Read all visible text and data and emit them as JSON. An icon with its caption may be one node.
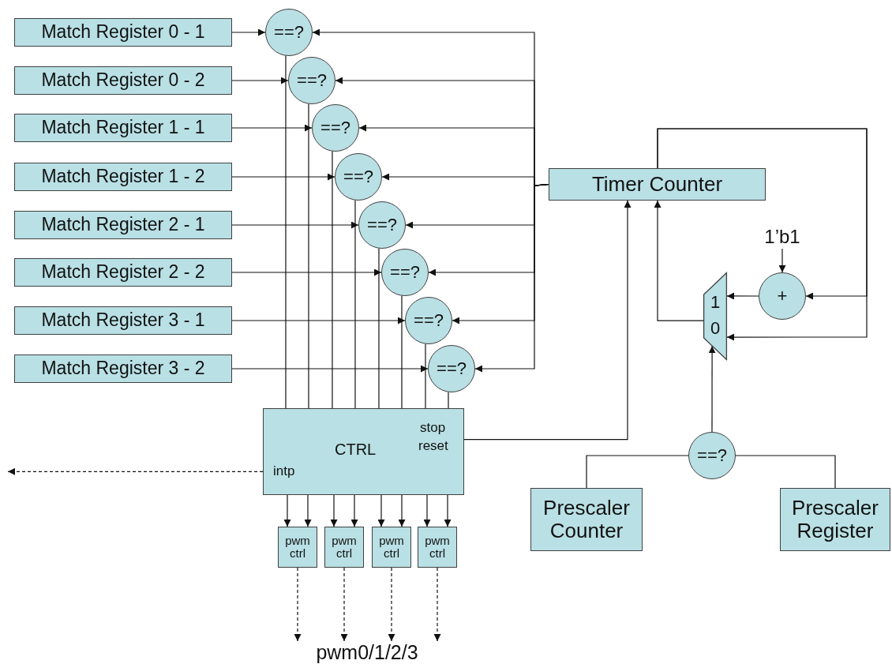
{
  "diagram": {
    "nodes": [
      {
        "text": [
          "Match Register 0 - 1"
        ]
      },
      {
        "text": [
          "Match Register 0 - 2"
        ]
      },
      {
        "text": [
          "Match Register 1 - 1"
        ]
      },
      {
        "text": [
          "Match Register 1 - 2"
        ]
      },
      {
        "text": [
          "Match Register 2 - 1"
        ]
      },
      {
        "text": [
          "Match Register 2 - 2"
        ]
      },
      {
        "text": [
          "Match Register 3 - 1"
        ]
      },
      {
        "text": [
          "Match Register 3 - 2"
        ]
      },
      {
        "text": [
          "==?"
        ]
      },
      {
        "text": [
          "==?"
        ]
      },
      {
        "text": [
          "==?"
        ]
      },
      {
        "text": [
          "==?"
        ]
      },
      {
        "text": [
          "==?"
        ]
      },
      {
        "text": [
          "==?"
        ]
      },
      {
        "text": [
          "==?"
        ]
      },
      {
        "text": [
          "==?"
        ]
      },
      {
        "text": [
          "CTRL",
          "stop",
          "reset",
          "intp"
        ]
      },
      {
        "text": [
          "pwm ctrl"
        ]
      },
      {
        "text": [
          "pwm ctrl"
        ]
      },
      {
        "text": [
          "pwm ctrl"
        ]
      },
      {
        "text": [
          "pwm ctrl"
        ]
      },
      {
        "text": [
          "Timer Counter"
        ]
      },
      {
        "text": [
          "1",
          "0"
        ]
      },
      {
        "text": [
          "+"
        ]
      },
      {
        "text": [
          "1’b1"
        ]
      },
      {
        "text": [
          "==?"
        ]
      },
      {
        "text": [
          "Prescaler Counter"
        ]
      },
      {
        "text": [
          "Prescaler Register"
        ]
      },
      {
        "text": [
          "pwm0/1/2/3"
        ]
      }
    ],
    "edges": [
      {
        "from": 0,
        "to": 8,
        "arrow": "to"
      },
      {
        "from": 1,
        "to": 9,
        "arrow": "to"
      },
      {
        "from": 2,
        "to": 10,
        "arrow": "to"
      },
      {
        "from": 3,
        "to": 11,
        "arrow": "to"
      },
      {
        "from": 4,
        "to": 12,
        "arrow": "to"
      },
      {
        "from": 5,
        "to": 13,
        "arrow": "to"
      },
      {
        "from": 6,
        "to": 14,
        "arrow": "to"
      },
      {
        "from": 7,
        "to": 15,
        "arrow": "to"
      },
      {
        "from": 21,
        "to": 8,
        "arrow": "to"
      },
      {
        "from": 21,
        "to": 9,
        "arrow": "to"
      },
      {
        "from": 21,
        "to": 10,
        "arrow": "to"
      },
      {
        "from": 21,
        "to": 11,
        "arrow": "to"
      },
      {
        "from": 21,
        "to": 12,
        "arrow": "to"
      },
      {
        "from": 21,
        "to": 13,
        "arrow": "to"
      },
      {
        "from": 21,
        "to": 14,
        "arrow": "to"
      },
      {
        "from": 21,
        "to": 15,
        "arrow": "to"
      },
      {
        "from": 8,
        "to": 16,
        "arrow": "none"
      },
      {
        "from": 9,
        "to": 16,
        "arrow": "none"
      },
      {
        "from": 10,
        "to": 16,
        "arrow": "none"
      },
      {
        "from": 11,
        "to": 16,
        "arrow": "none"
      },
      {
        "from": 12,
        "to": 16,
        "arrow": "none"
      },
      {
        "from": 13,
        "to": 16,
        "arrow": "none"
      },
      {
        "from": 14,
        "to": 16,
        "arrow": "none"
      },
      {
        "from": 15,
        "to": 16,
        "arrow": "none"
      },
      {
        "from": 16,
        "to": 17,
        "arrow": "to"
      },
      {
        "from": 16,
        "to": 17,
        "arrow": "to"
      },
      {
        "from": 16,
        "to": 18,
        "arrow": "to"
      },
      {
        "from": 16,
        "to": 18,
        "arrow": "to"
      },
      {
        "from": 16,
        "to": 19,
        "arrow": "to"
      },
      {
        "from": 16,
        "to": 19,
        "arrow": "to"
      },
      {
        "from": 16,
        "to": 20,
        "arrow": "to"
      },
      {
        "from": 16,
        "to": 20,
        "arrow": "to"
      },
      {
        "from": 16,
        "to": null,
        "arrow": "to",
        "style": "dashed"
      },
      {
        "from": 17,
        "to": 28,
        "arrow": "to",
        "style": "dashed"
      },
      {
        "from": 18,
        "to": 28,
        "arrow": "to",
        "style": "dashed"
      },
      {
        "from": 19,
        "to": 28,
        "arrow": "to",
        "style": "dashed"
      },
      {
        "from": 20,
        "to": 28,
        "arrow": "to",
        "style": "dashed"
      },
      {
        "from": 16,
        "to": 21,
        "arrow": "to"
      },
      {
        "from": 22,
        "to": 21,
        "arrow": "to"
      },
      {
        "from": 21,
        "to": 23,
        "arrow": "to"
      },
      {
        "from": 21,
        "to": 22,
        "arrow": "to"
      },
      {
        "from": 23,
        "to": 22,
        "arrow": "to"
      },
      {
        "from": 24,
        "to": 23,
        "arrow": "to"
      },
      {
        "from": 25,
        "to": 22,
        "arrow": "to"
      },
      {
        "from": 26,
        "to": 25,
        "arrow": "none"
      },
      {
        "from": 27,
        "to": 25,
        "arrow": "none"
      }
    ]
  }
}
